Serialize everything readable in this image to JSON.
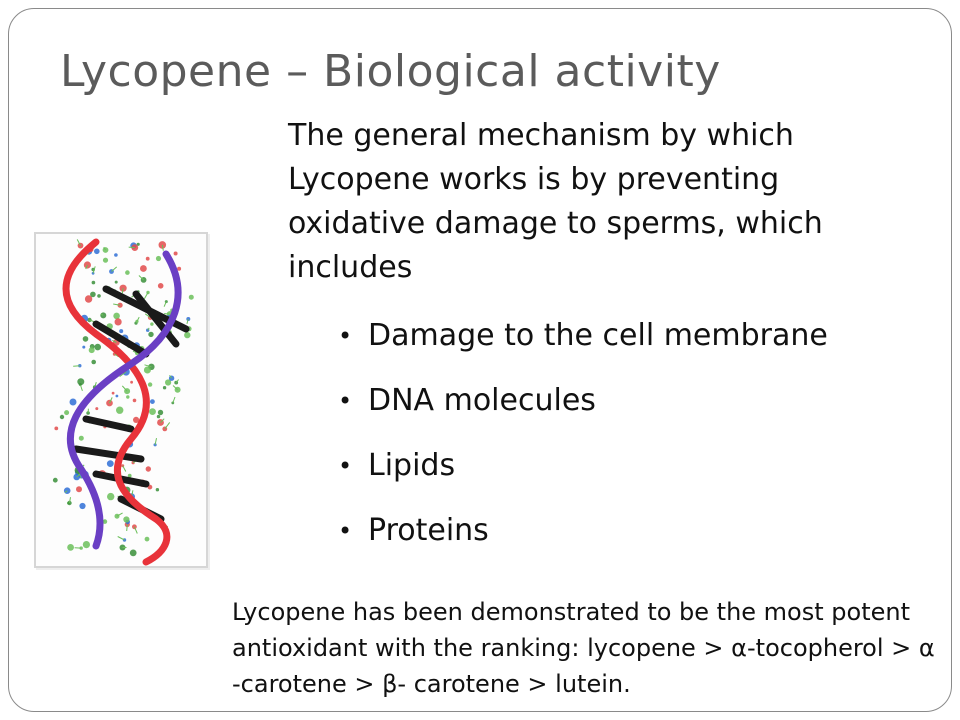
{
  "slide": {
    "title": "Lycopene – Biological activity",
    "intro": "The general mechanism by which Lycopene works is by  preventing oxidative damage to sperms, which includes",
    "bullet_marker": "•",
    "bullets": [
      "Damage to the cell membrane",
      "DNA molecules",
      "Lipids",
      "Proteins"
    ],
    "footer": "Lycopene has been demonstrated to be the most potent antioxidant with the ranking: lycopene > α-tocopherol > α -carotene > β- carotene > lutein."
  },
  "image": {
    "icon": "dna-double-helix-icon",
    "strand_colors": [
      "#e8333a",
      "#6a3fc4"
    ],
    "rung_color": "#1a1a1a",
    "atom_colors": [
      "#6bbf5a",
      "#3a8f3a",
      "#2f6fd6",
      "#e24b4b"
    ]
  }
}
